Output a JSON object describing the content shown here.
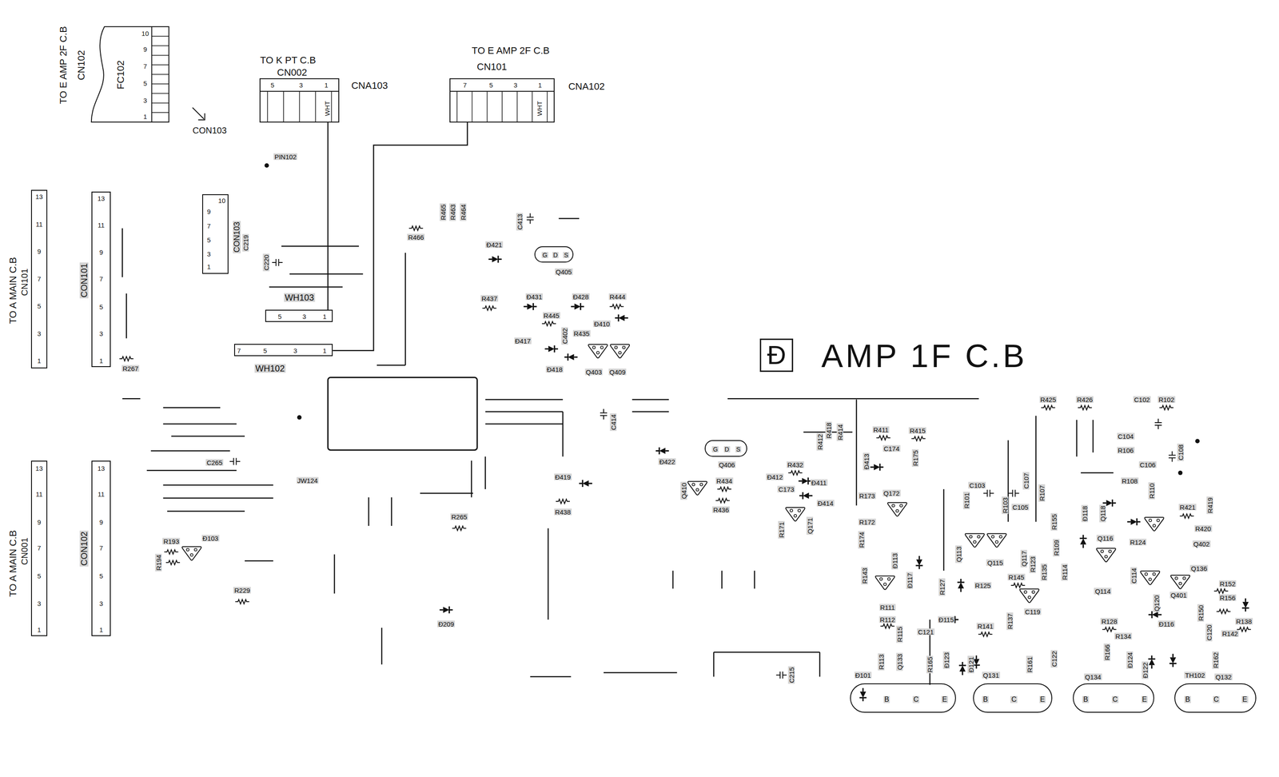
{
  "diagram": {
    "nodes": [
      {
        "text": [
          "AMP 1F C.B"
        ]
      },
      {
        "text": [
          "Đ"
        ],
        "in": 0
      },
      {
        "text": [
          "TO K PT C.B",
          "CN002",
          "CNA103"
        ]
      },
      {
        "text": [
          "TO E AMP 2F C.B",
          "CN101",
          "CNA102"
        ]
      },
      {
        "text": [
          "TO E AMP 2F C.B",
          "CN102",
          "FC102"
        ]
      },
      {
        "text": [
          "TO A MAIN C.B",
          "CN101"
        ]
      },
      {
        "text": [
          "CON101"
        ],
        "in": 0
      },
      {
        "text": [
          "CON103"
        ],
        "in": 0
      },
      {
        "text": [
          "WH103"
        ],
        "in": 0
      },
      {
        "text": [
          "WH102"
        ],
        "in": 0
      },
      {
        "text": [
          "G",
          "D",
          "S",
          "Q405"
        ],
        "in": 0
      },
      {
        "text": [
          "G",
          "D",
          "S",
          "Q406"
        ],
        "in": 0
      },
      {
        "text": [
          "TO A MAIN C.B",
          "CN001"
        ]
      },
      {
        "text": [
          "CON102"
        ],
        "in": 0
      },
      {
        "text": [
          "B",
          "C",
          "E"
        ],
        "in": 0
      },
      {
        "text": [
          "B",
          "C",
          "E"
        ],
        "in": 0
      },
      {
        "text": [
          "B",
          "C",
          "E"
        ],
        "in": 0
      },
      {
        "text": [
          "B",
          "C",
          "E"
        ],
        "in": 0
      }
    ],
    "edges": [
      {
        "from": 2,
        "to": 8,
        "arrow": "none"
      },
      {
        "from": 3,
        "to": 9,
        "arrow": "none"
      }
    ],
    "labels": [
      "5",
      "3",
      "1",
      "WHT",
      "7",
      "5",
      "3",
      "1",
      "WHT",
      "10",
      "9",
      "7",
      "5",
      "3",
      "1",
      "CON103",
      "13",
      "11",
      "9",
      "7",
      "5",
      "3",
      "1",
      "13",
      "11",
      "9",
      "7",
      "5",
      "3",
      "1",
      "10",
      "9",
      "7",
      "5",
      "3",
      "1",
      "5",
      "3",
      "1",
      "7",
      "5",
      "3",
      "1",
      "13",
      "11",
      "9",
      "7",
      "5",
      "3",
      "1",
      "13",
      "11",
      "9",
      "7",
      "5",
      "3",
      "1",
      "PIN102",
      "C219",
      "C220",
      "R267",
      "R466",
      "R465",
      "R463",
      "R464",
      "C413",
      "Đ421",
      "R437",
      "Đ431",
      "Đ428",
      "R444",
      "R445",
      "Đ410",
      "Đ417",
      "C402",
      "R435",
      "Đ418",
      "Q403",
      "Q409",
      "C414",
      "Đ422",
      "Đ419",
      "R438",
      "Q410",
      "R434",
      "R436",
      "Đ412",
      "R432",
      "C173",
      "R412",
      "R418",
      "R414",
      "R411",
      "R415",
      "C174",
      "Đ413",
      "Đ411",
      "Đ414",
      "R173",
      "R175",
      "Q172",
      "Q171",
      "R171",
      "R172",
      "R174",
      "R425",
      "R426",
      "C102",
      "R102",
      "C104",
      "C108",
      "R106",
      "C106",
      "R108",
      "R110",
      "R421",
      "R419",
      "R420",
      "Q402",
      "C103",
      "C107",
      "R101",
      "R103",
      "C105",
      "R107",
      "R155",
      "Đ118",
      "Q118",
      "R109",
      "Q116",
      "Q113",
      "Q115",
      "Q117",
      "R123",
      "R143",
      "Đ113",
      "Đ117",
      "R145",
      "R135",
      "R114",
      "Q114",
      "R124",
      "C114",
      "Q120",
      "Q401",
      "Q136",
      "R152",
      "R156",
      "R150",
      "C120",
      "R138",
      "R142",
      "R128",
      "R134",
      "Đ116",
      "R111",
      "R112",
      "R115",
      "R127",
      "R125",
      "C121",
      "Đ115",
      "R141",
      "R137",
      "C119",
      "R113",
      "Q133",
      "R165",
      "Đ123",
      "Đ121",
      "Q131",
      "R161",
      "C122",
      "R166",
      "Q134",
      "Đ124",
      "Đ122",
      "TH102",
      "R162",
      "Q132",
      "Đ101",
      "C215",
      "Đ209",
      "R229",
      "R265",
      "R193",
      "R194",
      "Đ103",
      "C265",
      "JW124"
    ]
  }
}
